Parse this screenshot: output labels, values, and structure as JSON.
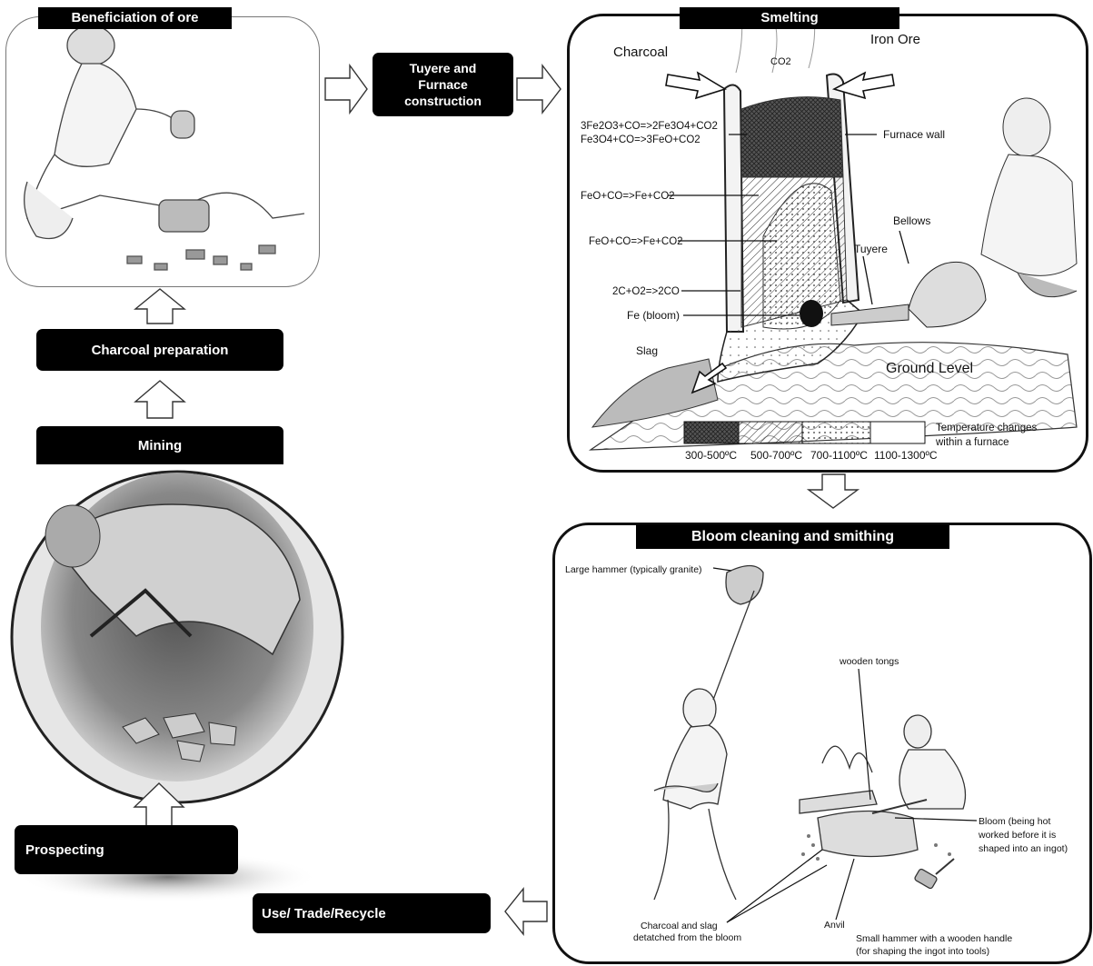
{
  "panels": {
    "beneficiation": "Beneficiation of ore",
    "smelting": "Smelting",
    "bloom": "Bloom cleaning and smithing"
  },
  "stages": {
    "tuyere_furnace": [
      "Tuyere and",
      "Furnace",
      "construction"
    ],
    "charcoal_prep": "Charcoal preparation",
    "mining": "Mining",
    "prospecting": "Prospecting",
    "use_trade": "Use/ Trade/Recycle"
  },
  "smelting_labels": {
    "charcoal": "Charcoal",
    "iron_ore": "Iron Ore",
    "co2": "CO2",
    "reaction1": "3Fe2O3+CO=>2Fe3O4+CO2",
    "reaction2": "Fe3O4+CO=>3FeO+CO2",
    "reaction3": "FeO+CO=>Fe+CO2",
    "reaction4": "FeO+CO=>Fe+CO2",
    "reaction5": "2C+O2=>2CO",
    "fe_bloom": "Fe (bloom)",
    "furnace_wall": "Furnace wall",
    "bellows": "Bellows",
    "tuyere": "Tuyere",
    "slag": "Slag",
    "ground_level": "Ground Level",
    "temp_note_1": "Temperature changes",
    "temp_note_2": "within a furnace",
    "temp_ranges": [
      "300-500ºC",
      "500-700ºC",
      "700-1100ºC",
      "1100-1300ºC"
    ]
  },
  "bloom_labels": {
    "large_hammer": "Large hammer (typically granite)",
    "wooden_tongs": "wooden tongs",
    "bloom_1": "Bloom (being hot",
    "bloom_2": "worked before it is",
    "bloom_3": "shaped into an ingot)",
    "charcoal_slag_1": "Charcoal and slag",
    "charcoal_slag_2": "detatched from the bloom",
    "anvil": "Anvil",
    "small_hammer_1": "Small hammer with a wooden handle",
    "small_hammer_2": "(for shaping the ingot into tools)"
  }
}
